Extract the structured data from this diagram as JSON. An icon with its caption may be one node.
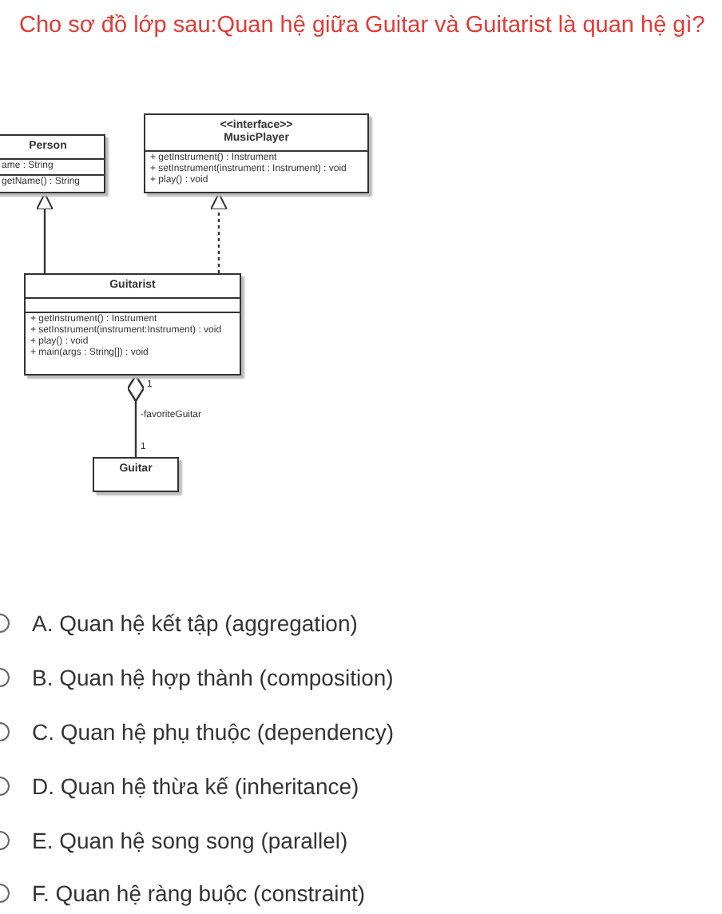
{
  "diagram": {
    "title": "Cho sơ đồ lớp sau:Quan hệ giữa Guitar và Guitarist là quan hệ gì?",
    "nodes": [
      {
        "text": [
          "Person",
          "ame : String",
          "getName() : String"
        ]
      },
      {
        "text": [
          "<<interface>> MusicPlayer",
          "+ getInstrument() : Instrument",
          "+ setInstrument(instrument : Instrument) : void",
          "+ play() : void"
        ]
      },
      {
        "text": [
          "Guitarist",
          "+ getInstrument() : Instrument",
          "+ setInstrument(instrument:Instrument) : void",
          "+ play() : void",
          "+ main(args : String[]) : void"
        ]
      },
      {
        "text": [
          "Guitar"
        ]
      }
    ],
    "edges": [
      {
        "from": 2,
        "to": 0,
        "arrow": "to"
      },
      {
        "from": 2,
        "to": 1,
        "arrow": "to",
        "style": "dashed"
      },
      {
        "from": 2,
        "to": 3,
        "arrow": "other",
        "label": "-favoriteGuitar"
      }
    ],
    "labels": [
      "1",
      "1",
      "A. Quan hệ kết tập (aggregation)",
      "B. Quan hệ hợp thành (composition)",
      "C. Quan hệ phụ thuộc (dependency)",
      "D. Quan hệ thừa kế (inheritance)",
      "E. Quan hệ song song (parallel)",
      "F. Quan hệ ràng buộc (constraint)"
    ]
  }
}
